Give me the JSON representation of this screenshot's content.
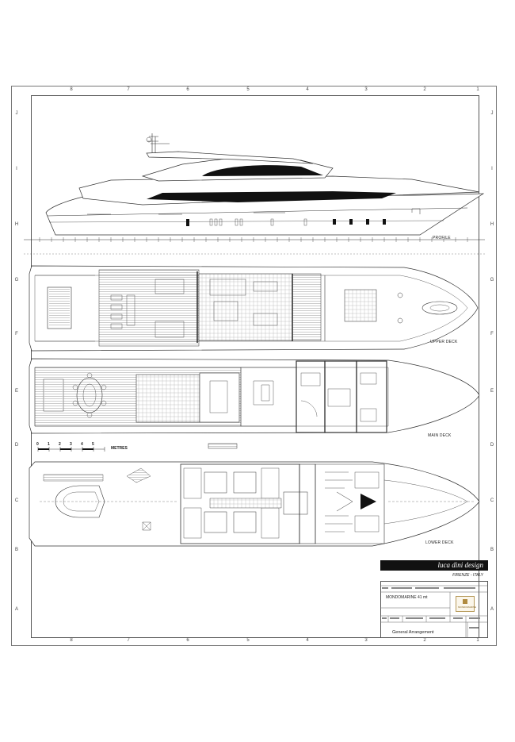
{
  "grid": {
    "columns": [
      "8",
      "7",
      "6",
      "5",
      "4",
      "3",
      "2",
      "1"
    ],
    "rows": [
      "J",
      "I",
      "H",
      "G",
      "F",
      "E",
      "D",
      "C",
      "B",
      "A"
    ]
  },
  "views": {
    "profile_label": "PROFILE",
    "upper_deck_label": "UPPER DECK",
    "main_deck_label": "MAIN DECK",
    "lower_deck_label": "LOWER DECK",
    "scale_unit": "METRES",
    "scale_ticks": [
      "0",
      "1",
      "2",
      "3",
      "4",
      "5"
    ]
  },
  "title_block": {
    "designer": "luca dini design",
    "location": "FIRENZE - ITALY",
    "project": "MONDOMARINE 41 mt",
    "drawing_title": "General Arrangement",
    "client_logo_text": "MONDOMARINE"
  },
  "colors": {
    "line": "#333333",
    "window": "#111111",
    "deck_hatch": "#9a9a9a",
    "banner": "#111111"
  }
}
